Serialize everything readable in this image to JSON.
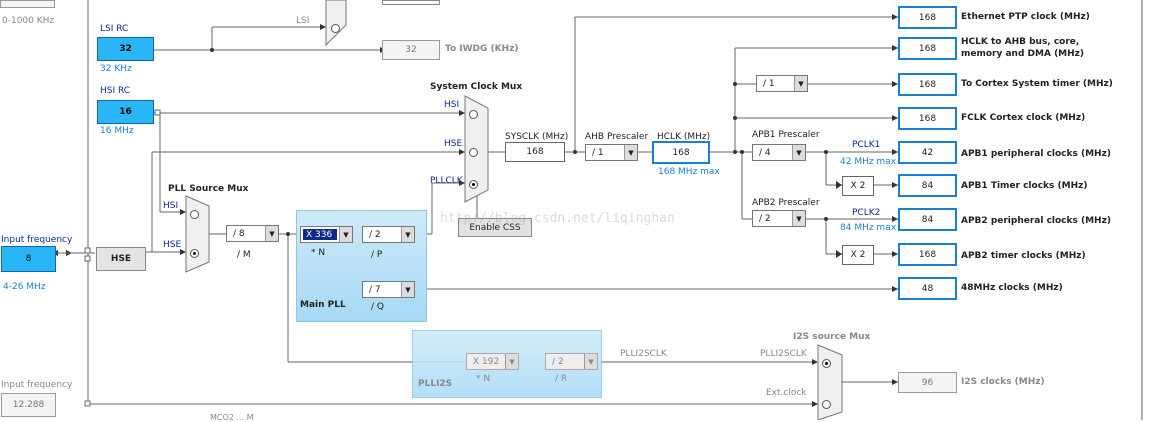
{
  "top": {
    "range_label": "0-1000 KHz",
    "lsi_wire_label": "LSI"
  },
  "lsi_rc": {
    "title": "LSI RC",
    "value": "32",
    "unit": "32 KHz"
  },
  "iwdg": {
    "value": "32",
    "label": "To IWDG (KHz)"
  },
  "hsi_rc": {
    "title": "HSI RC",
    "value": "16",
    "unit": "16 MHz"
  },
  "input_freq": {
    "title": "Input frequency",
    "value": "8",
    "range": "4-26 MHz"
  },
  "input_freq2": {
    "title": "Input frequency",
    "value": "12.288"
  },
  "hse_button": "HSE",
  "pll_src_mux": {
    "title": "PLL Source Mux",
    "hsi": "HSI",
    "hse": "HSE"
  },
  "div_m": {
    "value": "/ 8",
    "label": "/ M"
  },
  "main_pll": {
    "title": "Main PLL",
    "n_value": "X 336",
    "n_label": "* N",
    "p_value": "/ 2",
    "p_label": "/ P",
    "q_value": "/ 7",
    "q_label": "/ Q"
  },
  "sys_mux": {
    "title": "System Clock Mux",
    "hsi": "HSI",
    "hse": "HSE",
    "pllclk": "PLLCLK"
  },
  "enable_css": "Enable CSS",
  "sysclk": {
    "label": "SYSCLK (MHz)",
    "value": "168"
  },
  "ahb": {
    "label": "AHB Prescaler",
    "value": "/ 1"
  },
  "hclk": {
    "label": "HCLK (MHz)",
    "value": "168",
    "max": "168 MHz max"
  },
  "apb1": {
    "label": "APB1 Prescaler",
    "value": "/ 4",
    "pclk": "PCLK1",
    "max": "42 MHz max"
  },
  "apb2": {
    "label": "APB2 Prescaler",
    "value": "/ 2",
    "pclk": "PCLK2",
    "max": "84 MHz max"
  },
  "cortex_div": "/ 1",
  "x2_1": "X 2",
  "x2_2": "X 2",
  "outputs": [
    {
      "value": "168",
      "label": "Ethernet PTP clock (MHz)"
    },
    {
      "value": "168",
      "label": "HCLK to AHB bus, core,",
      "label2": "memory and DMA (MHz)"
    },
    {
      "value": "168",
      "label": "To Cortex System timer (MHz)"
    },
    {
      "value": "168",
      "label": "FCLK Cortex clock (MHz)"
    },
    {
      "value": "42",
      "label": "APB1 peripheral clocks (MHz)"
    },
    {
      "value": "84",
      "label": "APB1 Timer clocks (MHz)"
    },
    {
      "value": "84",
      "label": "APB2 peripheral clocks (MHz)"
    },
    {
      "value": "168",
      "label": "APB2 timer clocks (MHz)"
    },
    {
      "value": "48",
      "label": "48MHz clocks (MHz)"
    }
  ],
  "plli2s": {
    "title": "PLLI2S",
    "n_value": "X 192",
    "n_label": "* N",
    "r_value": "/ 2",
    "r_label": "/ R",
    "out": "PLLI2SCLK"
  },
  "i2s_mux": {
    "title": "I2S source Mux",
    "in1": "PLLI2SCLK",
    "in2": "Ext.clock"
  },
  "i2s": {
    "value": "96",
    "label": "I2S clocks (MHz)"
  },
  "watermark": "http://blog.csdn.net/liqinghan",
  "bottom_partial": "MCO2 ... M"
}
